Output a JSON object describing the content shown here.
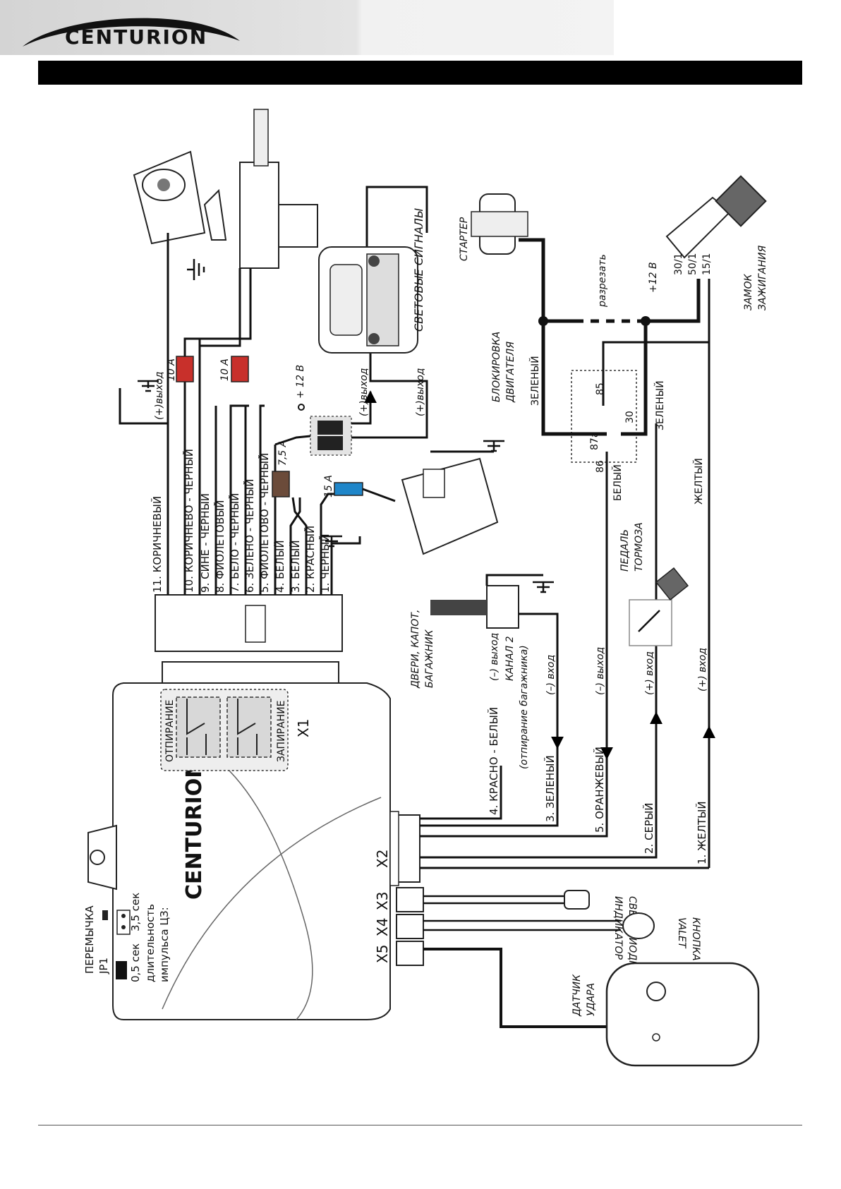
{
  "header": {
    "brand": "CENTURION"
  },
  "diagram": {
    "device": {
      "brand": "CENTURION",
      "connectors": {
        "x1": "X1",
        "x2": "X2",
        "x3": "X3",
        "x4": "X4",
        "x5": "X5"
      },
      "relay_unlock": "ОТПИРАНИЕ",
      "relay_lock": "ЗАПИРАНИЕ",
      "jumper": {
        "title": "ПЕРЕМЫЧКА",
        "name": "JP1",
        "opt_short": "0,5 сек",
        "opt_long": "3,5 сек",
        "desc1": "длительность",
        "desc2": "импульса ЦЗ:"
      }
    },
    "x1_wires": [
      "1. ЧЕРНЫЙ",
      "2. КРАСНЫЙ",
      "3. БЕЛЫЙ",
      "4. БЕЛЫЙ",
      "5. ФИОЛЕТОВО - ЧЕРНЫЙ",
      "6. ЗЕЛЕНО - ЧЕРНЫЙ",
      "7. БЕЛО - ЧЕРНЫЙ",
      "8. ФИОЛЕТОВЫЙ",
      "9. СИНЕ - ЧЕРНЫЙ",
      "10. КОРИЧНЕВО - ЧЕРНЫЙ",
      "11. КОРИЧНЕВЫЙ"
    ],
    "x2_wires": [
      {
        "label": "1. ЖЕЛТЫЙ",
        "dir": "(+) вход"
      },
      {
        "label": "2. СЕРЫЙ",
        "dir": "(+) вход"
      },
      {
        "label": "5. ОРАНЖЕВЫЙ",
        "dir": "(–) выход"
      },
      {
        "label": "3. ЗЕЛЕНЫЙ",
        "dir": "(–) вход"
      },
      {
        "label": "4. КРАСНО - БЕЛЫЙ",
        "dir": "(–) выход",
        "note1": "КАНАЛ 2",
        "note2": "(отпирание багажника)"
      }
    ],
    "fuses": {
      "f10a_1": "10 А",
      "f10a_2": "10 А",
      "f7_5a": "7,5 А",
      "f15a": "15 А"
    },
    "labels": {
      "out_plus_siren": "(+)выход",
      "out_plus_lights_1": "(+)выход",
      "out_plus_lights_2": "(+)выход",
      "plus12_a": "+ 12 В",
      "plus12_b": "+12 В",
      "light_signals": "СВЕТОВЫЕ СИГНАЛЫ",
      "starter": "СТАРТЕР",
      "cut": "разрезать",
      "engine_block_1": "БЛОКИРОВКА",
      "engine_block_2": "ДВИГАТЕЛЯ",
      "green_1": "ЗЕЛЕНЫЙ",
      "green_2": "ЗЕЛЕНЫЙ",
      "white": "БЕЛЫЙ",
      "yellow": "ЖЕЛТЫЙ",
      "ignition_1": "ЗАМОК",
      "ignition_2": "ЗАЖИГАНИЯ",
      "term_30": "30/1",
      "term_50": "50/1",
      "term_15": "15/1",
      "relay_85": "85",
      "relay_86": "86",
      "relay_87a": "87a",
      "relay_30": "30",
      "brake_1": "ПЕДАЛЬ",
      "brake_2": "ТОРМОЗА",
      "doors_1": "ДВЕРИ, КАПОТ,",
      "doors_2": "БАГАЖНИК",
      "led_1": "СВЕТОДИОДНЫЙ",
      "led_2": "ИНДИКАТОР",
      "valet_1": "КНОПКА",
      "valet_2": "VALET",
      "shock_1": "ДАТЧИК",
      "shock_2": "УДАРА"
    }
  }
}
